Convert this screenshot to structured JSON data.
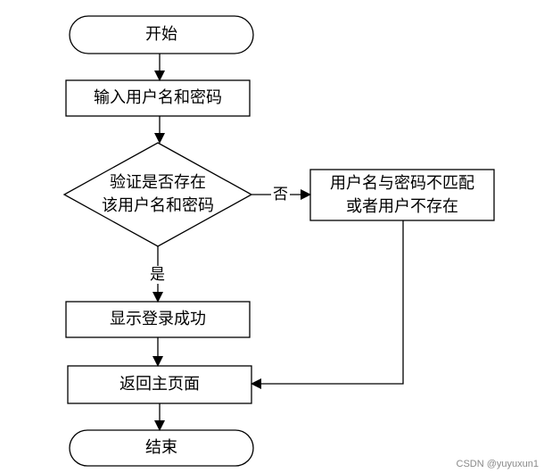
{
  "nodes": {
    "start": "开始",
    "input": "输入用户名和密码",
    "check_line1": "验证是否存在",
    "check_line2": "该用户名和密码",
    "mismatch_line1": "用户名与密码不匹配",
    "mismatch_line2": "或者用户不存在",
    "success": "显示登录成功",
    "home": "返回主页面",
    "end": "结束"
  },
  "edges": {
    "yes": "是",
    "no": "否"
  },
  "watermark": "CSDN @yuyuxun1",
  "colors": {
    "stroke": "#000000",
    "background": "#ffffff"
  }
}
